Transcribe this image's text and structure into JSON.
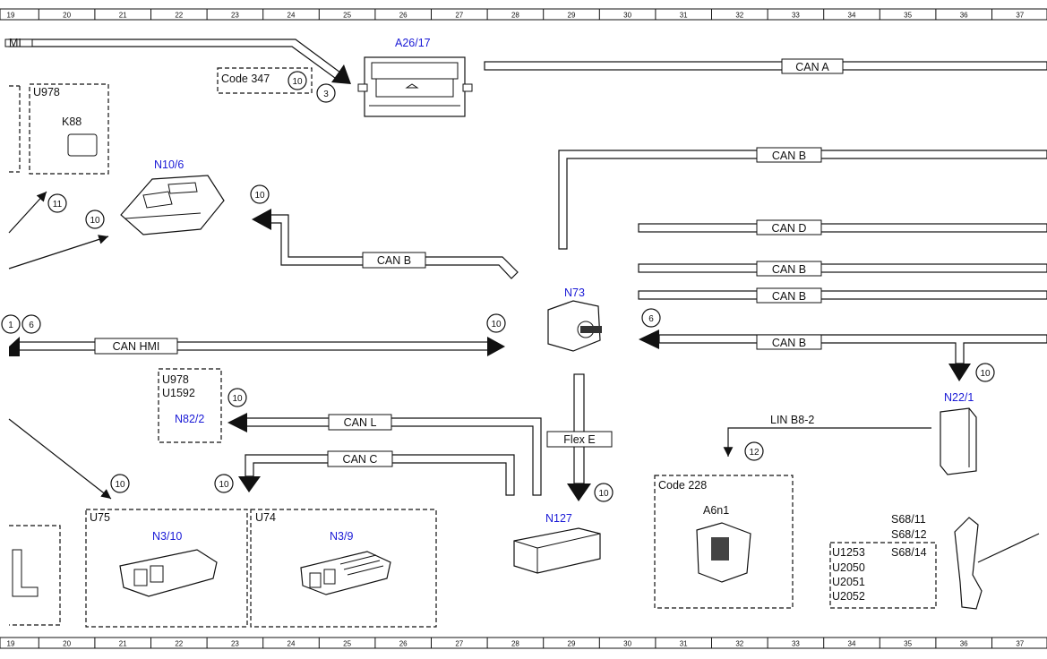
{
  "ruler_numbers": [
    "19",
    "20",
    "21",
    "22",
    "23",
    "24",
    "25",
    "26",
    "27",
    "28",
    "29",
    "30",
    "31",
    "32",
    "33",
    "34",
    "35",
    "36",
    "37"
  ],
  "components": {
    "a26_17": "A26/17",
    "n10_6": "N10/6",
    "n73": "N73",
    "n82_2": "N82/2",
    "n22_1": "N22/1",
    "n127": "N127",
    "n3_10": "N3/10",
    "n3_9": "N3/9",
    "k88": "K88",
    "a6n1": "A6n1"
  },
  "texts": {
    "code347": "Code 347",
    "u978_top": "U978",
    "u978": "U978",
    "u1592": "U1592",
    "code228": "Code 228",
    "u75": "U75",
    "u74": "U74",
    "s68_11": "S68/11",
    "s68_12": "S68/12",
    "s68_14": "S68/14",
    "u1253": "U1253",
    "u2050": "U2050",
    "u2051": "U2051",
    "u2052": "U2052",
    "lin": "LIN B8-2",
    "hmi_cut": "MI"
  },
  "buses": {
    "can_a": "CAN A",
    "can_b1": "CAN B",
    "can_b_n10": "CAN B",
    "can_d": "CAN D",
    "can_b2": "CAN B",
    "can_b3": "CAN B",
    "can_b4": "CAN B",
    "can_hmi": "CAN HMI",
    "can_l": "CAN L",
    "can_c": "CAN C",
    "flex_e": "Flex E"
  },
  "callouts": {
    "c3": "3",
    "c10_code347": "10",
    "c11": "11",
    "c10_left": "10",
    "c10_n10": "10",
    "c1_cut": "1",
    "c6_left": "6",
    "c10_hmi": "10",
    "c6_right": "6",
    "c10_n22": "10",
    "c10_n82": "10",
    "c10_u75": "10",
    "c10_u74": "10",
    "c10_n127": "10",
    "c12": "12"
  }
}
